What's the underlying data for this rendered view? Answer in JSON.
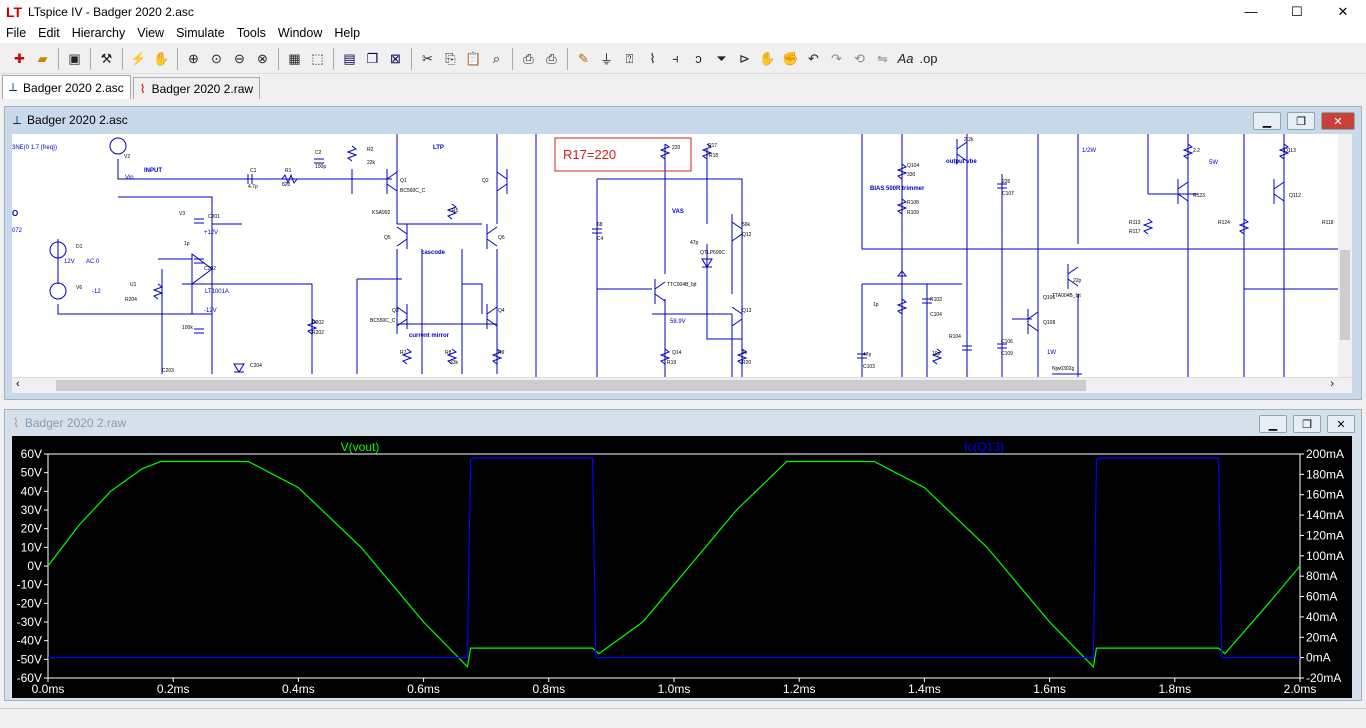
{
  "window": {
    "title": "LTspice IV - Badger 2020 2.asc",
    "app_icon": "LT",
    "min": "—",
    "max": "☐",
    "close": "✕"
  },
  "menu": [
    {
      "key": "F",
      "rest": "ile"
    },
    {
      "key": "E",
      "rest": "dit"
    },
    {
      "key": "",
      "rest": "H",
      "key2": "i",
      "rest2": "erarchy"
    },
    {
      "key": "V",
      "rest": "iew"
    },
    {
      "key": "S",
      "rest": "imulate"
    },
    {
      "key": "T",
      "rest": "ools"
    },
    {
      "key": "W",
      "rest": "indow"
    },
    {
      "key": "H",
      "rest": "elp"
    }
  ],
  "menu_labels": [
    "File",
    "Edit",
    "Hierarchy",
    "View",
    "Simulate",
    "Tools",
    "Window",
    "Help"
  ],
  "tabs": [
    {
      "label": "Badger 2020 2.asc",
      "icon": "schematic-icon"
    },
    {
      "label": "Badger 2020 2.raw",
      "icon": "waveform-icon"
    }
  ],
  "schematic_window": {
    "title": "Badger 2020 2.asc"
  },
  "waveform_window": {
    "title": "Badger 2020 2.raw"
  },
  "schematic": {
    "highlight_label": "R17=220",
    "labels": [
      "INPUT",
      "LTP",
      "cascode",
      "current mirror",
      "VAS",
      "BIAS 500R trimmer",
      "output vbe",
      "12V",
      "AC 0",
      "-12",
      "+12V",
      "-12V",
      "LT1001A",
      "Vin",
      "1/2W",
      "5W",
      "1W",
      "58.9V"
    ],
    "parts": [
      "V2",
      "C1",
      "4.7p",
      "R1",
      "820",
      "C2",
      "100p",
      "R2",
      "22k",
      "Q1",
      "BC560C_C",
      "Q2",
      "Q5",
      "KSA992",
      "R5",
      "Q6",
      "Q3",
      "BC550C_C",
      "Q4",
      "R7",
      "R8",
      "33k",
      "R9",
      "220",
      "R17",
      "R18",
      "56k",
      "Q12",
      "TTC004B_bjt",
      "Q13",
      "Q14",
      "R19",
      "1k",
      "R20",
      "68",
      "C4",
      "47p",
      "QTLP690C",
      "D1",
      "V6",
      "V3",
      "C201",
      "1p",
      "C202",
      "U1",
      "R204",
      "100k",
      "C203",
      "C204",
      "D202",
      "R202",
      "2.2k",
      "Q104",
      "R108",
      "R109",
      "330",
      "235",
      "C107",
      "1p",
      "R103",
      "C104",
      "47p",
      "C103",
      "10p",
      "R104",
      "C106",
      "C109",
      "22p",
      "Q108",
      "Q106",
      "TTA004B_bjt",
      "Njw0302g",
      "R113",
      "R117",
      "2.2",
      "R123",
      "Q112",
      "Q113",
      "R124",
      "R118",
      "R119"
    ]
  },
  "plot": {
    "left_trace": "V(vout)",
    "right_trace": "Ic(Q13)",
    "colors": {
      "vout": "#00ff00",
      "ic": "#0000ff",
      "axis": "#ffffff",
      "grid": "#444444"
    }
  },
  "chart_data": {
    "type": "line",
    "xlabel": "",
    "ylabel": "",
    "x_ticks": [
      "0.0ms",
      "0.2ms",
      "0.4ms",
      "0.6ms",
      "0.8ms",
      "1.0ms",
      "1.2ms",
      "1.4ms",
      "1.6ms",
      "1.8ms",
      "2.0ms"
    ],
    "y_left_ticks": [
      "60V",
      "50V",
      "40V",
      "30V",
      "20V",
      "10V",
      "0V",
      "-10V",
      "-20V",
      "-30V",
      "-40V",
      "-50V",
      "-60V"
    ],
    "y_right_ticks": [
      "200mA",
      "180mA",
      "160mA",
      "140mA",
      "120mA",
      "100mA",
      "80mA",
      "60mA",
      "40mA",
      "20mA",
      "0mA",
      "-20mA"
    ],
    "xlim": [
      0,
      2.0
    ],
    "ylim_left": [
      -60,
      60
    ],
    "ylim_right": [
      -20,
      200
    ],
    "series": [
      {
        "name": "V(vout)",
        "axis": "left",
        "x": [
          0,
          0.05,
          0.1,
          0.15,
          0.18,
          0.32,
          0.4,
          0.5,
          0.6,
          0.67,
          0.675,
          0.87,
          0.88,
          0.95,
          1.0,
          1.1,
          1.18,
          1.32,
          1.4,
          1.5,
          1.6,
          1.67,
          1.675,
          1.87,
          1.88,
          1.95,
          2.0
        ],
        "y": [
          0,
          22,
          40,
          52,
          56,
          56,
          42,
          10,
          -30,
          -54,
          -44,
          -44,
          -47,
          -30,
          -10,
          30,
          56,
          56,
          42,
          10,
          -30,
          -54,
          -44,
          -44,
          -47,
          -20,
          0
        ]
      },
      {
        "name": "Ic(Q13)",
        "axis": "right",
        "x": [
          0,
          0.67,
          0.675,
          0.68,
          0.87,
          0.875,
          1.67,
          1.675,
          1.68,
          1.87,
          1.875,
          2.0
        ],
        "y": [
          0,
          0,
          195,
          196,
          196,
          0,
          0,
          195,
          196,
          196,
          0,
          0
        ]
      }
    ]
  }
}
